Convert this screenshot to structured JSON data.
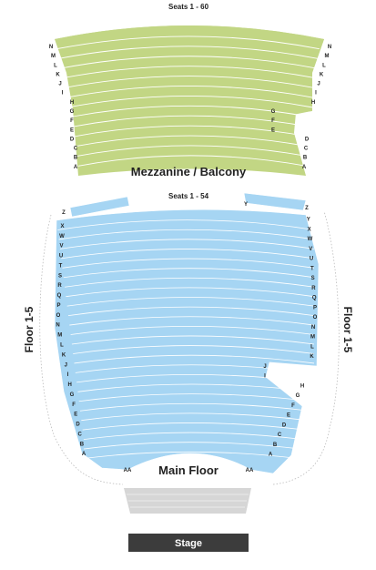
{
  "colors": {
    "mezzanine": "#c2d684",
    "floor": "#a6d5f3",
    "floor_stroke": "#ffffff",
    "stage": "#3c3c3c",
    "pit": "#d6d6d6"
  },
  "mezzanine": {
    "top_label": "Seats 1 - 60",
    "name": "Mezzanine / Balcony",
    "left_rows": [
      "N",
      "M",
      "L",
      "K",
      "J",
      "I",
      "H",
      "G",
      "F",
      "E",
      "D",
      "C",
      "B",
      "A"
    ],
    "right_rows": [
      "N",
      "M",
      "L",
      "K",
      "J",
      "I",
      "H",
      "G",
      "F",
      "E",
      "D",
      "C",
      "B",
      "A"
    ]
  },
  "floor": {
    "top_label": "Seats 1 - 54",
    "name": "Main Floor",
    "side_label_left": "Floor 1-5",
    "side_label_right": "Floor 1-5",
    "left_rows": [
      "Z",
      "X",
      "W",
      "V",
      "U",
      "T",
      "S",
      "R",
      "Q",
      "P",
      "O",
      "N",
      "M",
      "L",
      "K",
      "J",
      "I",
      "H",
      "G",
      "F",
      "E",
      "D",
      "C",
      "B",
      "A",
      "AA"
    ],
    "right_rows": [
      "Z",
      "Y",
      "X",
      "W",
      "V",
      "U",
      "T",
      "S",
      "R",
      "Q",
      "P",
      "O",
      "N",
      "M",
      "L",
      "K",
      "J",
      "I",
      "H",
      "G",
      "F",
      "E",
      "D",
      "C",
      "B",
      "A",
      "AA"
    ]
  },
  "stage": {
    "label": "Stage"
  }
}
